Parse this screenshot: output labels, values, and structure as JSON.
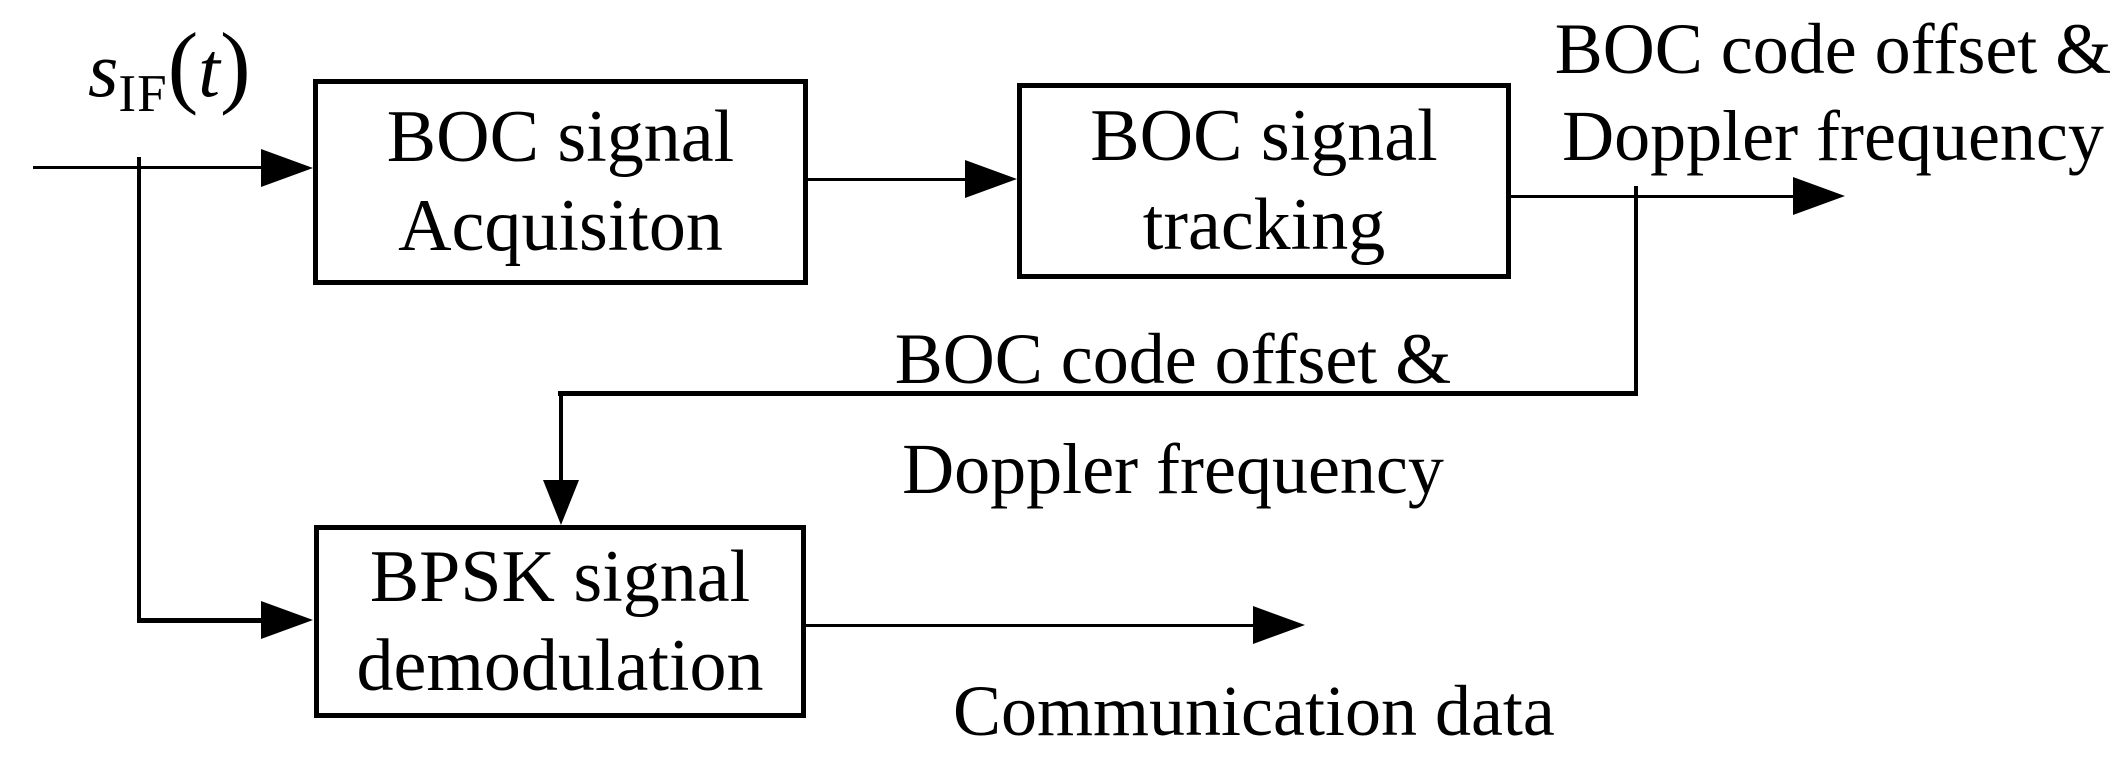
{
  "diagram": {
    "background_color": "#ffffff",
    "stroke_color": "#000000",
    "input_signal": {
      "base": "s",
      "subscript": "IF",
      "open_paren": "(",
      "arg": "t",
      "close_paren": ")"
    },
    "blocks": [
      {
        "id": "boc-acquisition",
        "lines": [
          "BOC signal",
          "Acquisiton"
        ]
      },
      {
        "id": "boc-tracking",
        "lines": [
          "BOC signal",
          "tracking"
        ]
      },
      {
        "id": "bpsk-demodulation",
        "lines": [
          "BPSK signal",
          "demodulation"
        ]
      }
    ],
    "labels": {
      "output_top": {
        "lines": [
          "BOC code offset &",
          "Doppler frequency"
        ]
      },
      "feedback": {
        "lines": [
          "BOC code offset &",
          "Doppler frequency"
        ]
      },
      "output_bottom": "Communication data"
    }
  }
}
